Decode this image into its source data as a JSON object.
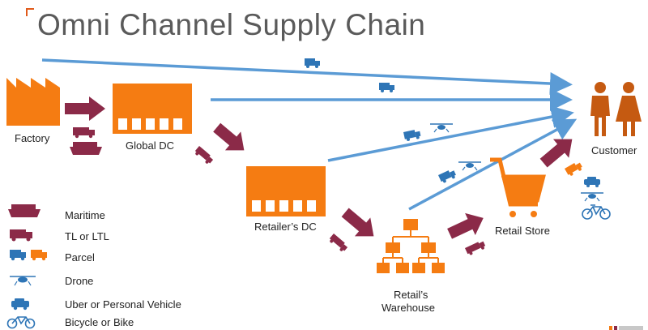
{
  "title": "Omni Channel Supply Chain",
  "nodes": {
    "factory": "Factory",
    "global_dc": "Global DC",
    "retailer_dc": "Retailer’s DC",
    "warehouse_line1": "Retail’s",
    "warehouse_line2": "Warehouse",
    "retail_store": "Retail Store",
    "customer": "Customer"
  },
  "legend": {
    "maritime": "Maritime",
    "tl_ltl": "TL or LTL",
    "parcel": "Parcel",
    "drone": "Drone",
    "uber": "Uber or Personal Vehicle",
    "bike": "Bicycle or Bike"
  },
  "colors": {
    "orange": "#f57c12",
    "maroon": "#8b2a48",
    "blue": "#5b9bd5",
    "dark_blue": "#2e75b6",
    "title_gray": "#5a5a5a"
  }
}
